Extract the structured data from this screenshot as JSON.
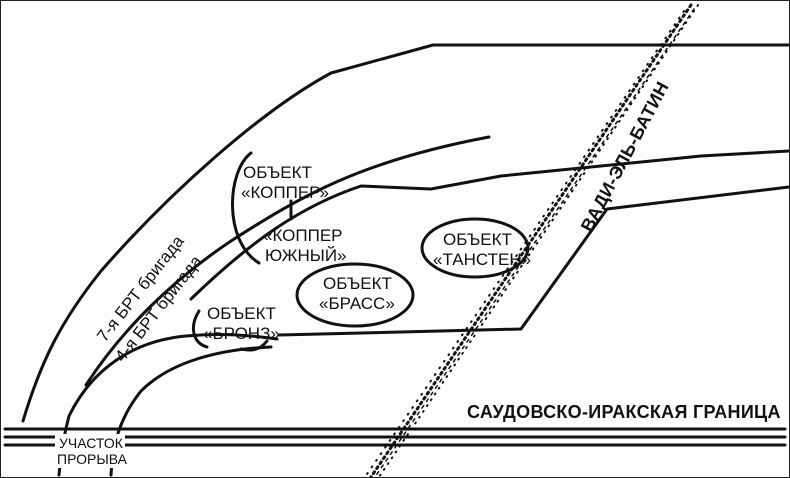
{
  "objectives": {
    "copper": {
      "line1": "ОБЪЕКТ",
      "line2": "«КОППЕР»"
    },
    "copper_south": {
      "line1": "«КОППЕР",
      "line2": "ЮЖНЫЙ»"
    },
    "brass": {
      "line1": "ОБЪЕКТ",
      "line2": "«БРАСС»"
    },
    "tungsten": {
      "line1": "ОБЪЕКТ",
      "line2": "«ТАНСТЕН»"
    },
    "bronze": {
      "line1": "ОБЪЕКТ",
      "line2": "«БРОНЗ»"
    }
  },
  "units": {
    "brigade_7": "7-я БРТ бригада",
    "brigade_4": "4-я БРТ бригада"
  },
  "features": {
    "border": "САУДОВСКО-ИРАКСКАЯ ГРАНИЦА",
    "wadi": "ВАДИ-ЭЛЬ-БАТИН",
    "breach_line1": "УЧАСТОК",
    "breach_line2": "ПРОРЫВА"
  }
}
